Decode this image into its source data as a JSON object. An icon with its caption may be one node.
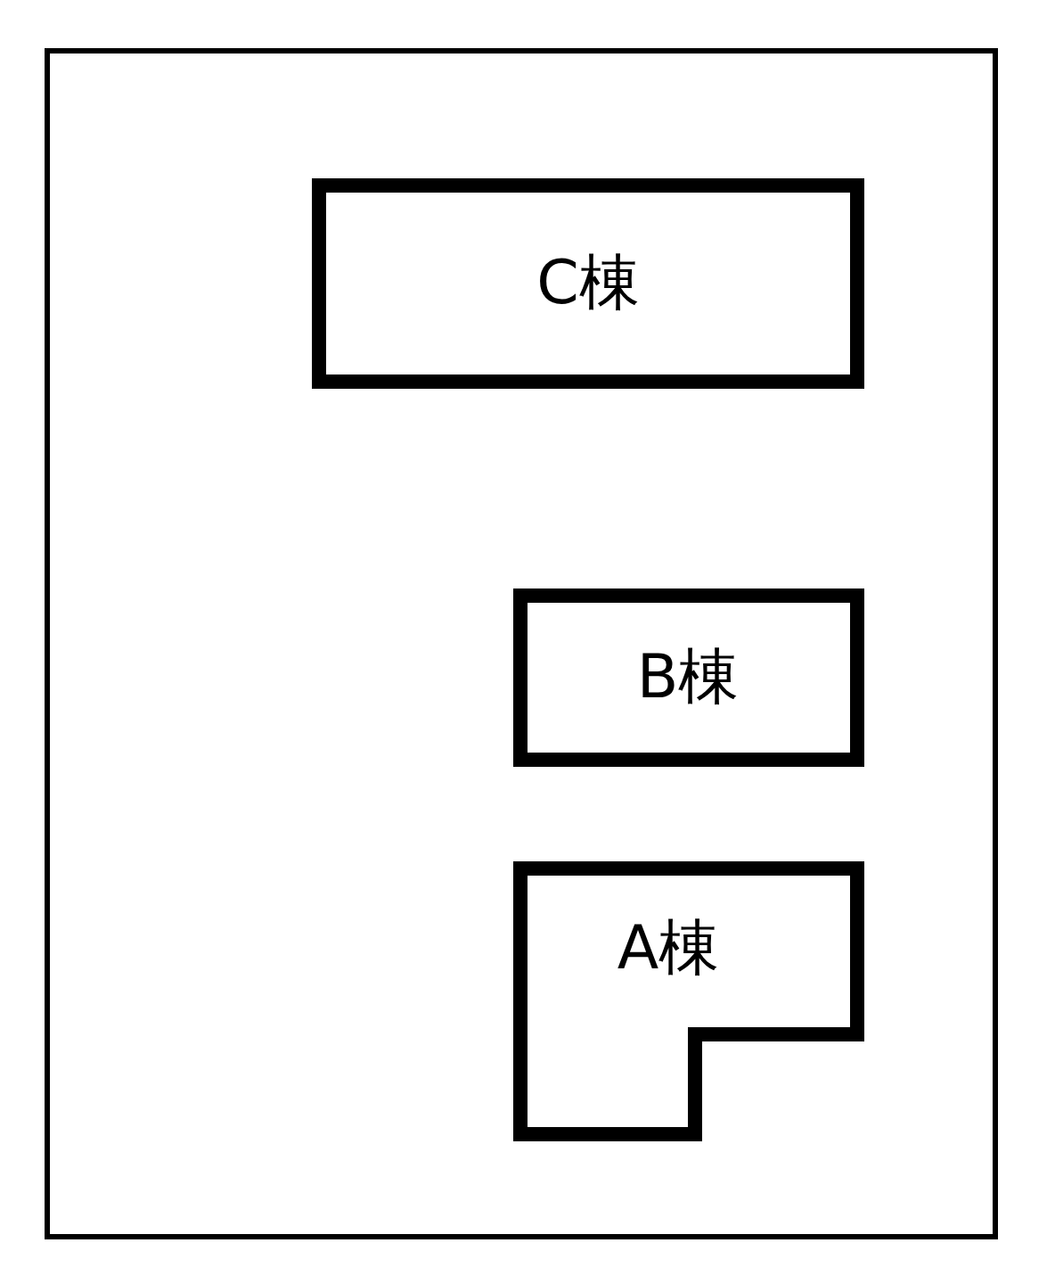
{
  "diagram": {
    "nodes": [
      {
        "text": [],
        "shape": "box"
      },
      {
        "text": [
          "C棟"
        ],
        "in": 0
      },
      {
        "text": [
          "B棟"
        ],
        "in": 0
      },
      {
        "text": [
          "A棟"
        ],
        "in": 0
      }
    ]
  }
}
